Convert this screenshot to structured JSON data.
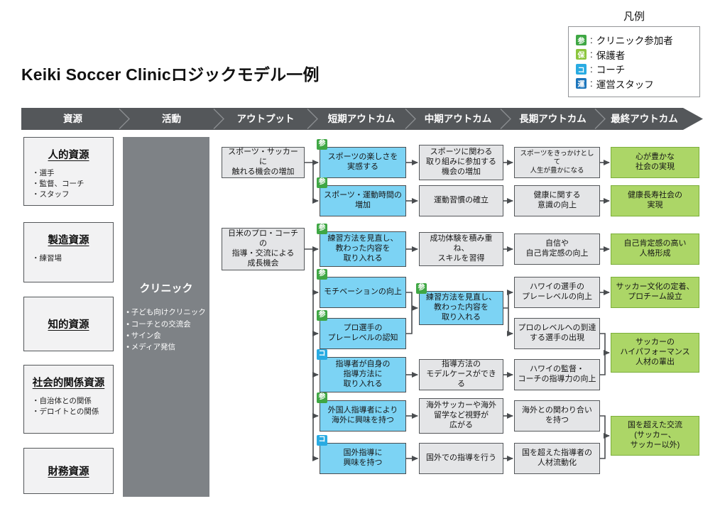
{
  "title": "Keiki Soccer Clinicロジックモデル一例",
  "legend": {
    "title": "凡例",
    "separator": ":",
    "items": [
      {
        "badge": "参",
        "color": "#3FA744",
        "label": "クリニック参加者"
      },
      {
        "badge": "保",
        "color": "#8CC63E",
        "label": "保護者"
      },
      {
        "badge": "コ",
        "color": "#29ABE2",
        "label": "コーチ"
      },
      {
        "badge": "運",
        "color": "#1C75BC",
        "label": "運営スタッフ"
      }
    ]
  },
  "header": {
    "columns": [
      "資源",
      "活動",
      "アウトプット",
      "短期アウトカム",
      "中期アウトカム",
      "長期アウトカム",
      "最終アウトカム"
    ]
  },
  "resources": {
    "items": [
      {
        "title": "人的資源",
        "bullets": "・選手\n・監督、コーチ\n・スタッフ"
      },
      {
        "title": "製造資源",
        "bullets": "・練習場"
      },
      {
        "title": "知的資源",
        "bullets": ""
      },
      {
        "title": "社会的関係資源",
        "bullets": "・自治体との関係\n・デロイトとの関係"
      },
      {
        "title": "財務資源",
        "bullets": ""
      }
    ]
  },
  "activities": {
    "title": "クリニック",
    "bullets": "• 子ども向けクリニック\n• コーチとの交流会\n• サイン会\n• メディア発信"
  },
  "outputs": [
    {
      "label": "スポーツ・サッカーに\n触れる機会の増加"
    },
    {
      "label": "日米のプロ・コーチの\n指導・交流による\n成長機会"
    }
  ],
  "short_term": [
    {
      "badge": "参",
      "label": "スポーツの楽しさを\n実感する"
    },
    {
      "badge": "参",
      "label": "スポーツ・運動時間の\n増加"
    },
    {
      "badge": "参",
      "label": "練習方法を見直し、\n教わった内容を\n取り入れる"
    },
    {
      "badge": "参",
      "label": "モチベーションの向上"
    },
    {
      "badge": "参",
      "label": "プロ選手の\nプレーレベルの認知"
    },
    {
      "badge": "コ",
      "label": "指導者が自身の\n指導方法に\n取り入れる"
    },
    {
      "badge": "参",
      "label": "外国人指導者により\n海外に興味を持つ"
    },
    {
      "badge": "コ",
      "label": "国外指導に\n興味を持つ"
    }
  ],
  "mid_term": [
    {
      "label": "スポーツに関わる\n取り組みに参加する\n機会の増加"
    },
    {
      "label": "運動習慣の確立"
    },
    {
      "label": "成功体験を積み重ね、\nスキルを習得"
    },
    {
      "badge": "参",
      "label": "練習方法を見直し、\n教わった内容を\n取り入れる"
    },
    {
      "label": "指導方法の\nモデルケースができる"
    },
    {
      "label": "海外サッカーや海外\n留学など視野が\n広がる"
    },
    {
      "label": "国外での指導を行う"
    }
  ],
  "long_term": [
    {
      "label": "スポーツをきっかけとして\n人生が豊かになる"
    },
    {
      "label": "健康に関する\n意識の向上"
    },
    {
      "label": "自信や\n自己肯定感の向上"
    },
    {
      "label": "ハワイの選手の\nプレーレベルの向上"
    },
    {
      "label": "プロのレベルへの到達\nする選手の出現"
    },
    {
      "label": "ハワイの監督・\nコーチの指導力の向上"
    },
    {
      "label": "海外との関わり合い\nを持つ"
    },
    {
      "label": "国を超えた指導者の\n人材流動化"
    }
  ],
  "final_outcomes": [
    {
      "label": "心が豊かな\n社会の実現"
    },
    {
      "label": "健康長寿社会の\n実現"
    },
    {
      "label": "自己肯定感の高い\n人格形成"
    },
    {
      "label": "サッカー文化の定着、\nプロチーム設立"
    },
    {
      "label": "サッカーの\nハイパフォーマンス\n人材の輩出"
    },
    {
      "label": "国を超えた交流\n(サッカー、\nサッカー以外)"
    }
  ],
  "colors": {
    "header_band": "#54575A",
    "gray_box": "#E4E5E7",
    "blue_box": "#7CD3F4",
    "green_box": "#ACD667",
    "activity_box": "#7E8286",
    "connector": "#4A4D50"
  }
}
